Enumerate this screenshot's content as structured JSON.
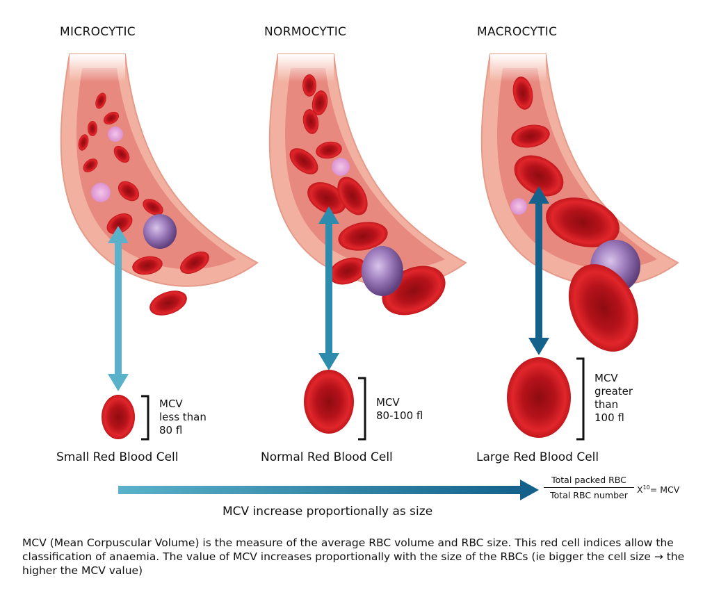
{
  "columns": [
    {
      "header": "MICROCYTIC",
      "caption": "Small Red Blood Cell",
      "mcv_lines": [
        "MCV",
        "less than",
        "80 fl"
      ]
    },
    {
      "header": "NORMOCYTIC",
      "caption": "Normal Red Blood Cell",
      "mcv_lines": [
        "MCV",
        "80-100 fl"
      ]
    },
    {
      "header": "MACROCYTIC",
      "caption": "Large Red Blood Cell",
      "mcv_lines": [
        "MCV",
        "greater",
        "than",
        "100 fl"
      ]
    }
  ],
  "scale": {
    "caption": "MCV increase proportionally as size"
  },
  "formula": {
    "numerator": "Total packed RBC",
    "denominator": "Total RBC number",
    "multiplier": "X",
    "exponent": "10",
    "result": "= MCV"
  },
  "description": "MCV (Mean Corpuscular Volume) is the measure of the average RBC volume and RBC size. This red cell indices allow the classification of anaemia. The value of MCV increases proportionally with the size of the RBCs (ie bigger the cell size → the higher the MCV value)",
  "colors": {
    "vessel_outer": "#f2b1a0",
    "vessel_lumen": "#e8897f",
    "rbc": "#c4141b",
    "rbc_center": "#8d0c10",
    "wbc": "#8c6aa6",
    "arrow_light": "#5ab2ca",
    "arrow_mid": "#2d8cad",
    "arrow_dark": "#14628c"
  }
}
